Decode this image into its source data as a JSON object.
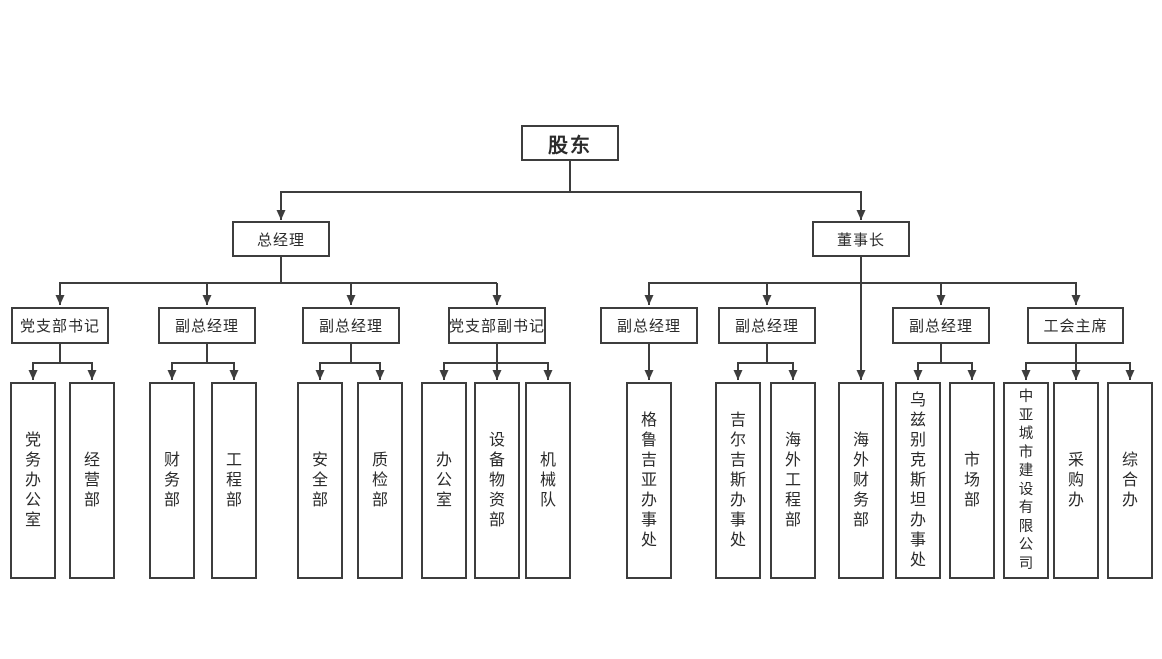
{
  "diagram": {
    "type": "org-chart",
    "background_color": "#ffffff",
    "line_color": "#3d3d3d",
    "box_border_color": "#3d3d3d",
    "text_color": "#2b2b2b",
    "root": {
      "label": "股东"
    },
    "level2": [
      {
        "label": "总经理",
        "parent": "股东"
      },
      {
        "label": "董事长",
        "parent": "股东"
      }
    ],
    "level3": [
      {
        "label": "党支部书记",
        "parent": "总经理"
      },
      {
        "label": "副总经理",
        "parent": "总经理"
      },
      {
        "label": "副总经理",
        "parent": "总经理"
      },
      {
        "label": "党支部副书记",
        "parent": "总经理"
      },
      {
        "label": "副总经理",
        "parent": "董事长"
      },
      {
        "label": "副总经理",
        "parent": "董事长"
      },
      {
        "label": "副总经理",
        "parent": "董事长"
      },
      {
        "label": "工会主席",
        "parent": "董事长"
      }
    ],
    "leaves": [
      {
        "label": "党务办公室",
        "parent": "党支部书记"
      },
      {
        "label": "经营部",
        "parent": "党支部书记"
      },
      {
        "label": "财务部",
        "parent": "副总经理"
      },
      {
        "label": "工程部",
        "parent": "副总经理"
      },
      {
        "label": "安全部",
        "parent": "副总经理"
      },
      {
        "label": "质检部",
        "parent": "副总经理"
      },
      {
        "label": "办公室",
        "parent": "党支部副书记"
      },
      {
        "label": "设备物资部",
        "parent": "党支部副书记"
      },
      {
        "label": "机械队",
        "parent": "党支部副书记"
      },
      {
        "label": "格鲁吉亚办事处",
        "parent": "副总经理"
      },
      {
        "label": "吉尔吉斯办事处",
        "parent": "副总经理"
      },
      {
        "label": "海外工程部",
        "parent": "副总经理"
      },
      {
        "label": "海外财务部",
        "parent": "董事长"
      },
      {
        "label": "乌兹别克斯坦办事处",
        "parent": "副总经理"
      },
      {
        "label": "市场部",
        "parent": "副总经理"
      },
      {
        "label": "中亚城市建设有限公司",
        "parent": "工会主席"
      },
      {
        "label": "采购办",
        "parent": "工会主席"
      },
      {
        "label": "综合办",
        "parent": "工会主席"
      }
    ]
  }
}
